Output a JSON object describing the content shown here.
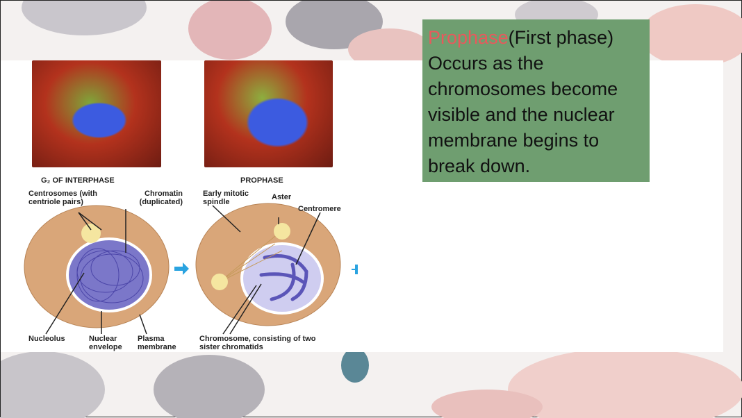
{
  "textbox": {
    "highlight": "Prophase",
    "heading_rest": "(First phase)",
    "body": "Occurs as the chromosomes become visible and the nuclear membrane  begins to break down."
  },
  "figure": {
    "left_title": "G₂ OF INTERPHASE",
    "right_title": "PROPHASE",
    "labels": {
      "centrosomes": "Centrosomes (with centriole pairs)",
      "chromatin": "Chromatin (duplicated)",
      "nucleolus": "Nucleolus",
      "nuclear_envelope": "Nuclear envelope",
      "plasma_membrane": "Plasma membrane",
      "early_spindle": "Early mitotic spindle",
      "aster": "Aster",
      "centromere": "Centromere",
      "chromosome": "Chromosome, consisting of two sister chromatids"
    }
  },
  "colors": {
    "textbox_bg": "#6f9e70",
    "highlight": "#e8595c",
    "cytoplasm": "#d9a679",
    "nucleus": "#7b77c9",
    "arrow": "#2aa3e0"
  }
}
